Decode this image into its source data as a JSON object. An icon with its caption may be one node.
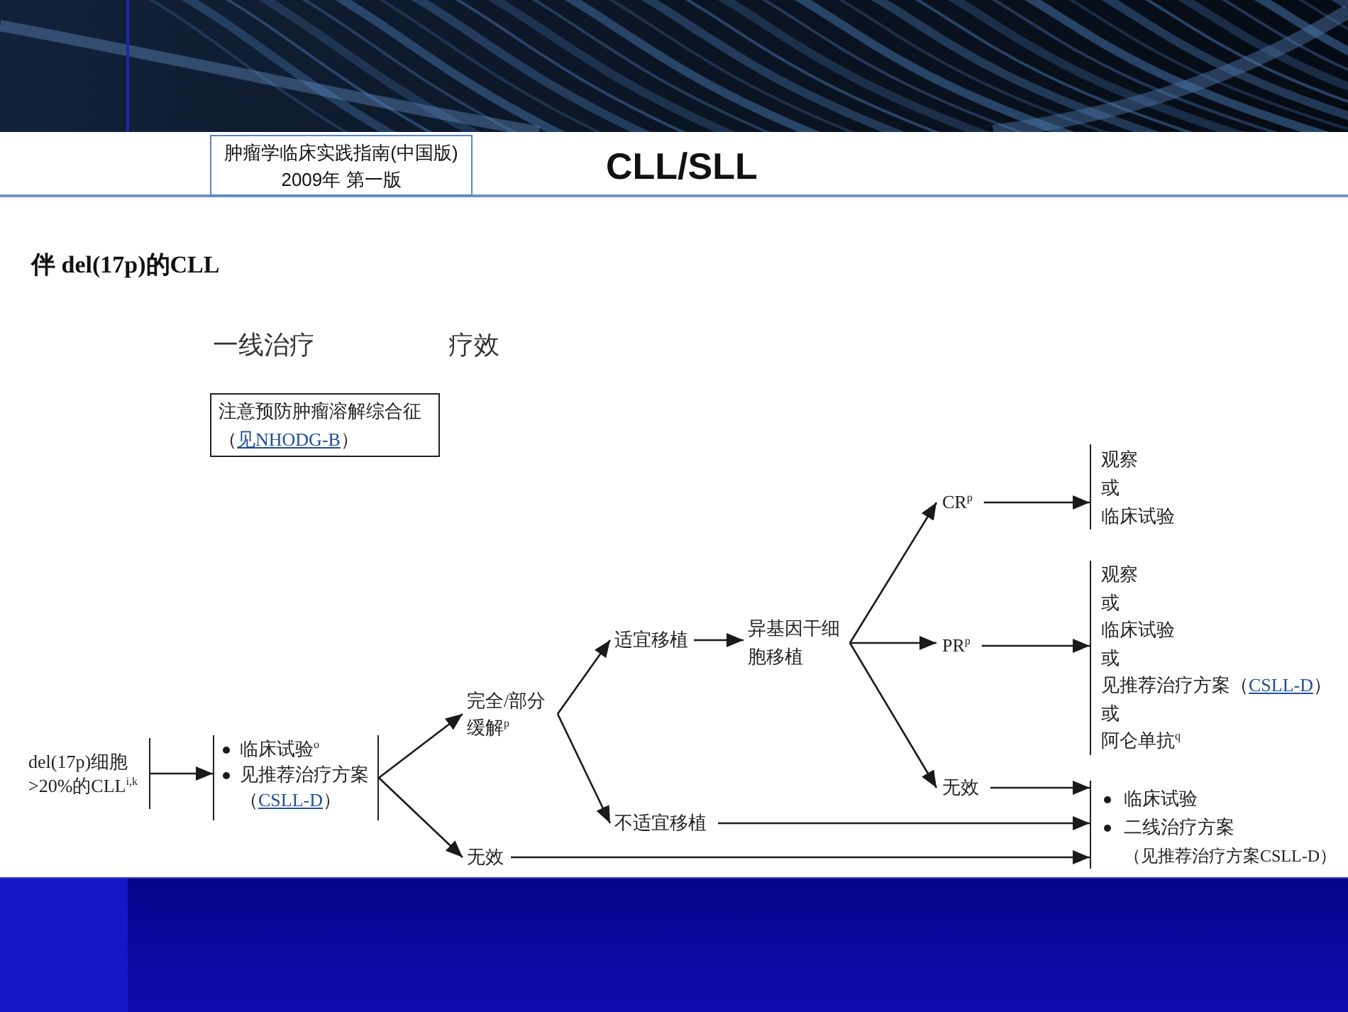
{
  "diagram": {
    "title": "CLL/SLL",
    "nodes": [
      {
        "text": [
          "肿瘤学临床实践指南(中国版)",
          "2009年 第一版"
        ]
      },
      {
        "text": [
          "注意预防肿瘤溶解综合征",
          "（*见NHODG-B*）"
        ]
      },
      {
        "text": [
          "del(17p)细胞>20%的CLL$^{i,k}$"
        ]
      },
      {
        "text": [
          "临床试验$^{o}$",
          "见推荐治疗方案（*CSLL-D*）"
        ]
      },
      {
        "text": [
          "完全/部分缓解$^{p}$"
        ]
      },
      {
        "text": [
          "无效"
        ]
      },
      {
        "text": [
          "适宜移植"
        ]
      },
      {
        "text": [
          "不适宜移植"
        ]
      },
      {
        "text": [
          "异基因干细胞移植"
        ]
      },
      {
        "text": [
          "CR$^{p}$"
        ]
      },
      {
        "text": [
          "PR$^{p}$"
        ]
      },
      {
        "text": [
          "无效"
        ]
      },
      {
        "text": [
          "观察",
          "或",
          "临床试验"
        ]
      },
      {
        "text": [
          "观察",
          "或",
          "临床试验",
          "或",
          "见推荐治疗方案（*CSLL-D*）",
          "或",
          "阿仑单抗$^{q}$"
        ]
      },
      {
        "text": [
          "临床试验",
          "二线治疗方案",
          "（见推荐治疗方案CSLL-D）"
        ]
      }
    ],
    "edges": [
      {
        "from": 2,
        "to": 3,
        "arrow": "to"
      },
      {
        "from": 3,
        "to": 4,
        "arrow": "to"
      },
      {
        "from": 3,
        "to": 5,
        "arrow": "to"
      },
      {
        "from": 4,
        "to": 6,
        "arrow": "to"
      },
      {
        "from": 4,
        "to": 7,
        "arrow": "to"
      },
      {
        "from": 6,
        "to": 8,
        "arrow": "to"
      },
      {
        "from": 8,
        "to": 9,
        "arrow": "to"
      },
      {
        "from": 8,
        "to": 10,
        "arrow": "to"
      },
      {
        "from": 8,
        "to": 11,
        "arrow": "to"
      },
      {
        "from": 9,
        "to": 12,
        "arrow": "to"
      },
      {
        "from": 10,
        "to": 13,
        "arrow": "to"
      },
      {
        "from": 11,
        "to": 14,
        "arrow": "to"
      },
      {
        "from": 7,
        "to": 14,
        "arrow": "to"
      },
      {
        "from": 5,
        "to": 14,
        "arrow": "to"
      }
    ],
    "labels": [
      "伴 del(17p)的CLL",
      "一线治疗",
      "疗效"
    ]
  }
}
